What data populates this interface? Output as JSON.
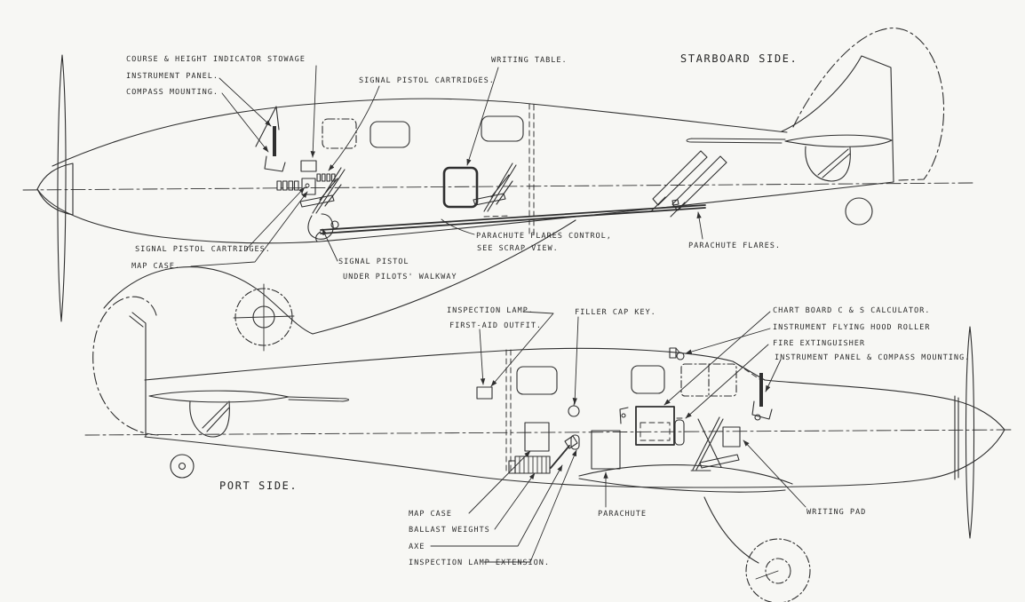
{
  "document": {
    "type": "aircraft equipment stowage side-view diagram",
    "colors": {
      "ink": "#2f2f2f",
      "paper": "#f7f7f4"
    }
  },
  "starboard": {
    "title": "STARBOARD SIDE.",
    "labels": {
      "course_height_stowage": "COURSE & HEIGHT INDICATOR STOWAGE",
      "instrument_panel": "INSTRUMENT PANEL.",
      "compass_mounting": "COMPASS MOUNTING.",
      "signal_pistol_cartridges_upper": "SIGNAL PISTOL CARTRIDGES.",
      "writing_table": "WRITING TABLE.",
      "signal_pistol_cartridges_lower": "SIGNAL PISTOL CARTRIDGES.",
      "map_case": "MAP CASE.",
      "signal_pistol": "SIGNAL PISTOL",
      "signal_pistol_location": "UNDER PILOTS' WALKWAY",
      "flares_control_line1": "PARACHUTE FLARES CONTROL,",
      "flares_control_line2": "SEE SCRAP VIEW.",
      "parachute_flares": "PARACHUTE FLARES."
    }
  },
  "port": {
    "title": "PORT SIDE.",
    "labels": {
      "inspection_lamp": "INSPECTION LAMP.",
      "first_aid_outfit": "FIRST-AID OUTFIT.",
      "filler_cap_key": "FILLER CAP KEY.",
      "chart_board": "CHART BOARD C & S CALCULATOR.",
      "instrument_flying_hood_roller": "INSTRUMENT FLYING HOOD ROLLER",
      "fire_extinguisher": "FIRE EXTINGUISHER",
      "instrument_panel_compass": "INSTRUMENT PANEL & COMPASS MOUNTING.",
      "map_case": "MAP CASE",
      "ballast_weights": "BALLAST WEIGHTS",
      "axe": "AXE",
      "inspection_lamp_extension": "INSPECTION LAMP EXTENSION.",
      "parachute": "PARACHUTE",
      "writing_pad": "WRITING PAD"
    }
  }
}
